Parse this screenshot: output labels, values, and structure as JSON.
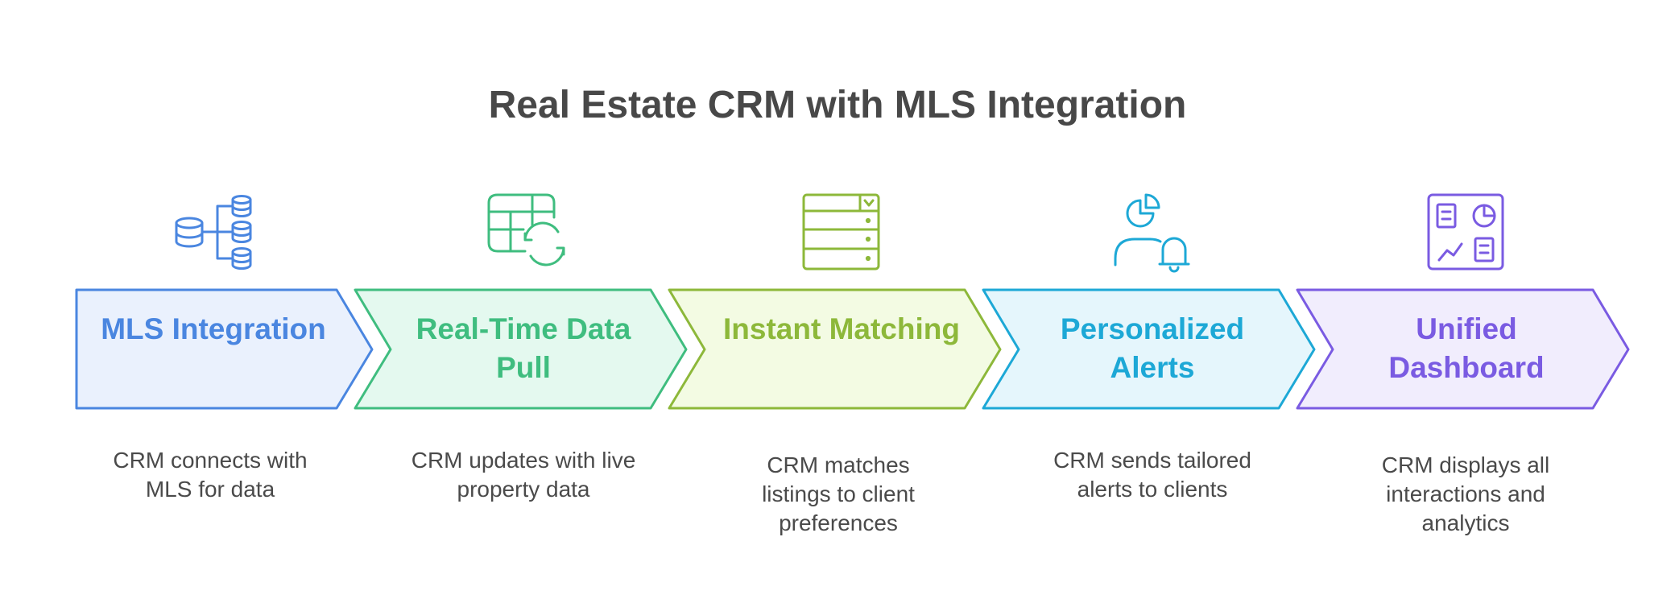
{
  "title": "Real Estate CRM with MLS Integration",
  "steps": [
    {
      "label": "MLS Integration",
      "description": "CRM connects with MLS for data",
      "icon": "database-hierarchy-icon",
      "color": "#4a86e0",
      "fill": "#eaf1fd"
    },
    {
      "label": "Real-Time Data Pull",
      "description": "CRM updates with live property data",
      "icon": "table-refresh-icon",
      "color": "#3fbd7f",
      "fill": "#e4f9ef"
    },
    {
      "label": "Instant Matching",
      "description": "CRM matches listings to client preferences",
      "icon": "server-list-icon",
      "color": "#8db83a",
      "fill": "#f3fbe3"
    },
    {
      "label": "Personalized Alerts",
      "description": "CRM sends tailored alerts to clients",
      "icon": "user-bell-icon",
      "color": "#1da8d6",
      "fill": "#e5f6fc"
    },
    {
      "label": "Unified Dashboard",
      "description": "CRM displays all interactions and analytics",
      "icon": "dashboard-icon",
      "color": "#7a5be2",
      "fill": "#f1edfd"
    }
  ]
}
